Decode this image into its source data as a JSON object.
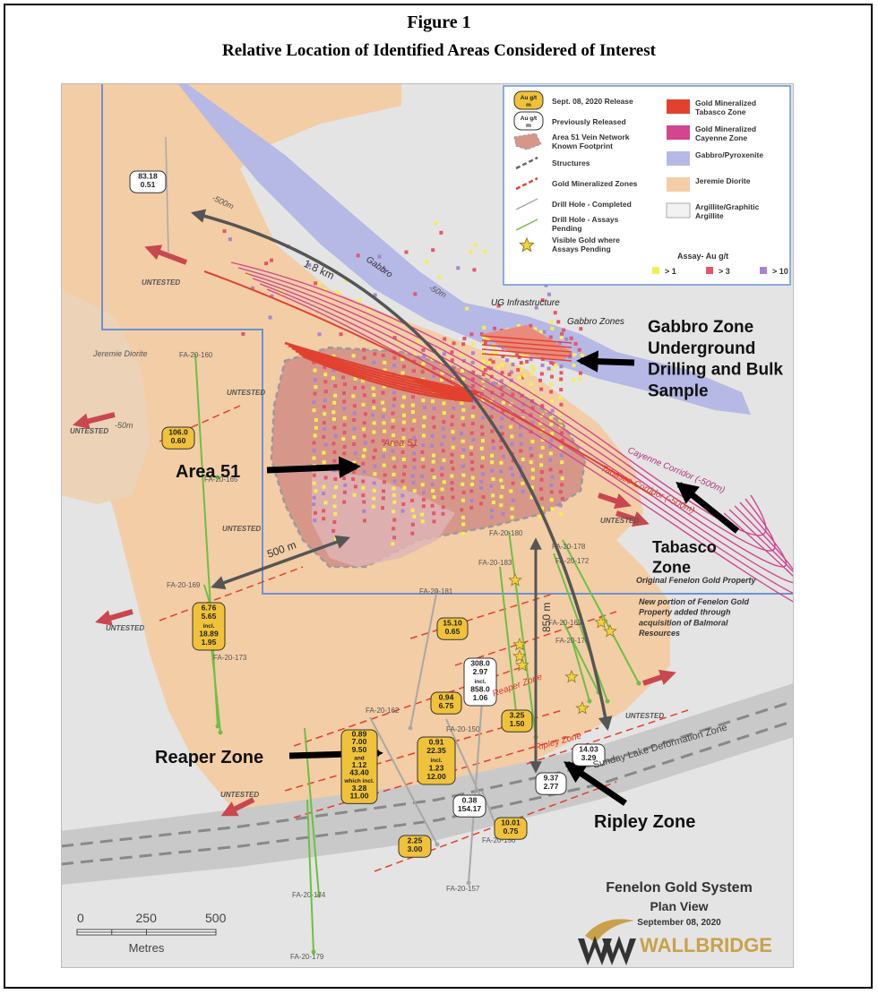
{
  "figure": {
    "label": "Figure 1",
    "caption": "Relative Location of Identified Areas Considered of Interest"
  },
  "legend": {
    "left": [
      {
        "symbol": "badge-gold",
        "badge": "Au g/t\nm",
        "label": "Sept. 08, 2020 Release"
      },
      {
        "symbol": "badge-white",
        "badge": "Au g/t\nm",
        "label": "Previously Released"
      },
      {
        "symbol": "area51",
        "label": "Area 51 Vein Network\nKnown Footprint"
      },
      {
        "symbol": "structure",
        "label": "Structures"
      },
      {
        "symbol": "zone",
        "label": "Gold Mineralized Zones"
      },
      {
        "symbol": "hole-complete",
        "label": "Drill Hole - Completed"
      },
      {
        "symbol": "hole-pending",
        "label": "Drill Hole - Assays\nPending"
      },
      {
        "symbol": "star",
        "label": "Visible Gold where\nAssays Pending"
      }
    ],
    "right": [
      {
        "color": "#e2412f",
        "label": "Gold Mineralized\nTabasco Zone"
      },
      {
        "color": "#d2458f",
        "label": "Gold Mineralized\nCayenne Zone"
      },
      {
        "color": "#b6b8e6",
        "label": "Gabbro/Pyroxenite"
      },
      {
        "color": "#f3cda6",
        "label": "Jeremie Diorite"
      },
      {
        "color": "#f2f2f2",
        "label": "Argillite/Graphitic\nArgillite"
      }
    ],
    "assay_title": "Assay- Au g/t",
    "assay": [
      {
        "color": "#f4ee52",
        "label": "> 1"
      },
      {
        "color": "#e4566a",
        "label": "> 3"
      },
      {
        "color": "#a884cf",
        "label": "> 10"
      }
    ]
  },
  "zones": {
    "gabbro_zone": "Gabbro Zone\nUnderground\nDrilling and Bulk\nSample",
    "area51": "Area 51",
    "tabasco_zone": "Tabasco\nZone",
    "reaper_zone": "Reaper Zone",
    "ripley_zone": "Ripley Zone"
  },
  "map_labels": {
    "gabbro": "Gabbro",
    "ug_infrastructure": "UG Infrastructure",
    "gabbro_zones": "Gabbro Zones",
    "area51_inner": "Area 51",
    "jeremie": "Jeremie Diorite",
    "cayenne": "Cayenne Corridor (-500m)",
    "tabasco": "Tabasco Corridor (-500m)",
    "reaper_small": "Reaper Zone",
    "ripley_small": "Ripley Zone",
    "sunday": "Sunday Lake Deformation Zone",
    "orig_property": "Original Fenelon Gold Property",
    "new_portion": "New portion of Fenelon Gold\nProperty added through\nacquisition of Balmoral\nResources",
    "depth_500_a": "-500m",
    "depth_500_b": "-50m",
    "depth_50": "-50m",
    "dist_18": "1.8 km",
    "dist_500": "500 m",
    "dist_850": "850 m"
  },
  "untested": [
    "UNTESTED",
    "UNTESTED",
    "UNTESTED",
    "UNTESTED",
    "UNTESTED",
    "UNTESTED",
    "UNTESTED",
    "UNTESTED"
  ],
  "holes": [
    "FA-20-160",
    "FA-20-165",
    "FA-20-169",
    "FA-20-173",
    "FA-20-174",
    "FA-20-179",
    "FA-20-162",
    "FA-20-181",
    "FA-20-180",
    "FA-20-183",
    "FA-20-178",
    "FA-20-172",
    "FA-20-163",
    "FA-20-170",
    "FA-20-150",
    "FA-20-156",
    "FA-20-157"
  ],
  "intercepts": [
    {
      "style": "white",
      "lines": [
        "83.18",
        "0.51"
      ]
    },
    {
      "style": "gold",
      "lines": [
        "106.0",
        "0.60"
      ]
    },
    {
      "style": "gold",
      "lines": [
        "6.76",
        "5.65",
        "incl.",
        "18.89",
        "1.95"
      ]
    },
    {
      "style": "gold",
      "lines": [
        "15.10",
        "0.65"
      ]
    },
    {
      "style": "white",
      "lines": [
        "308.0",
        "2.97",
        "incl.",
        "858.0",
        "1.06"
      ]
    },
    {
      "style": "gold",
      "lines": [
        "0.94",
        "6.75"
      ]
    },
    {
      "style": "gold",
      "lines": [
        "3.25",
        "1.50"
      ]
    },
    {
      "style": "gold",
      "lines": [
        "0.89",
        "7.00",
        "9.50",
        "and",
        "1.12",
        "43.40",
        "which incl.",
        "3.28",
        "11.00"
      ]
    },
    {
      "style": "gold",
      "lines": [
        "0.91",
        "22.35",
        "incl.",
        "1.23",
        "12.00"
      ]
    },
    {
      "style": "white",
      "lines": [
        "14.03",
        "3.29"
      ]
    },
    {
      "style": "white",
      "lines": [
        "9.37",
        "2.77"
      ]
    },
    {
      "style": "white",
      "lines": [
        "0.38",
        "154.17"
      ]
    },
    {
      "style": "gold",
      "lines": [
        "10.01",
        "0.75"
      ]
    },
    {
      "style": "gold",
      "lines": [
        "2.25",
        "3.00"
      ]
    }
  ],
  "scale": {
    "ticks": [
      "0",
      "250",
      "500"
    ],
    "unit": "Metres"
  },
  "title_block": {
    "system": "Fenelon Gold System",
    "view": "Plan View",
    "date": "September 08, 2020",
    "company": "WALLBRIDGE"
  },
  "colors": {
    "diorite": "#f3cda6",
    "gabbro": "#b6b8e6",
    "area51": "#d6978a",
    "tabasco": "#e2412f",
    "cayenne": "#d2458f",
    "background": "#e4e4e4",
    "property_line": "#6a93d8",
    "badge_gold": "#f0c23a",
    "drill_green": "#6dbf45",
    "drill_grey": "#a8a8a8"
  }
}
